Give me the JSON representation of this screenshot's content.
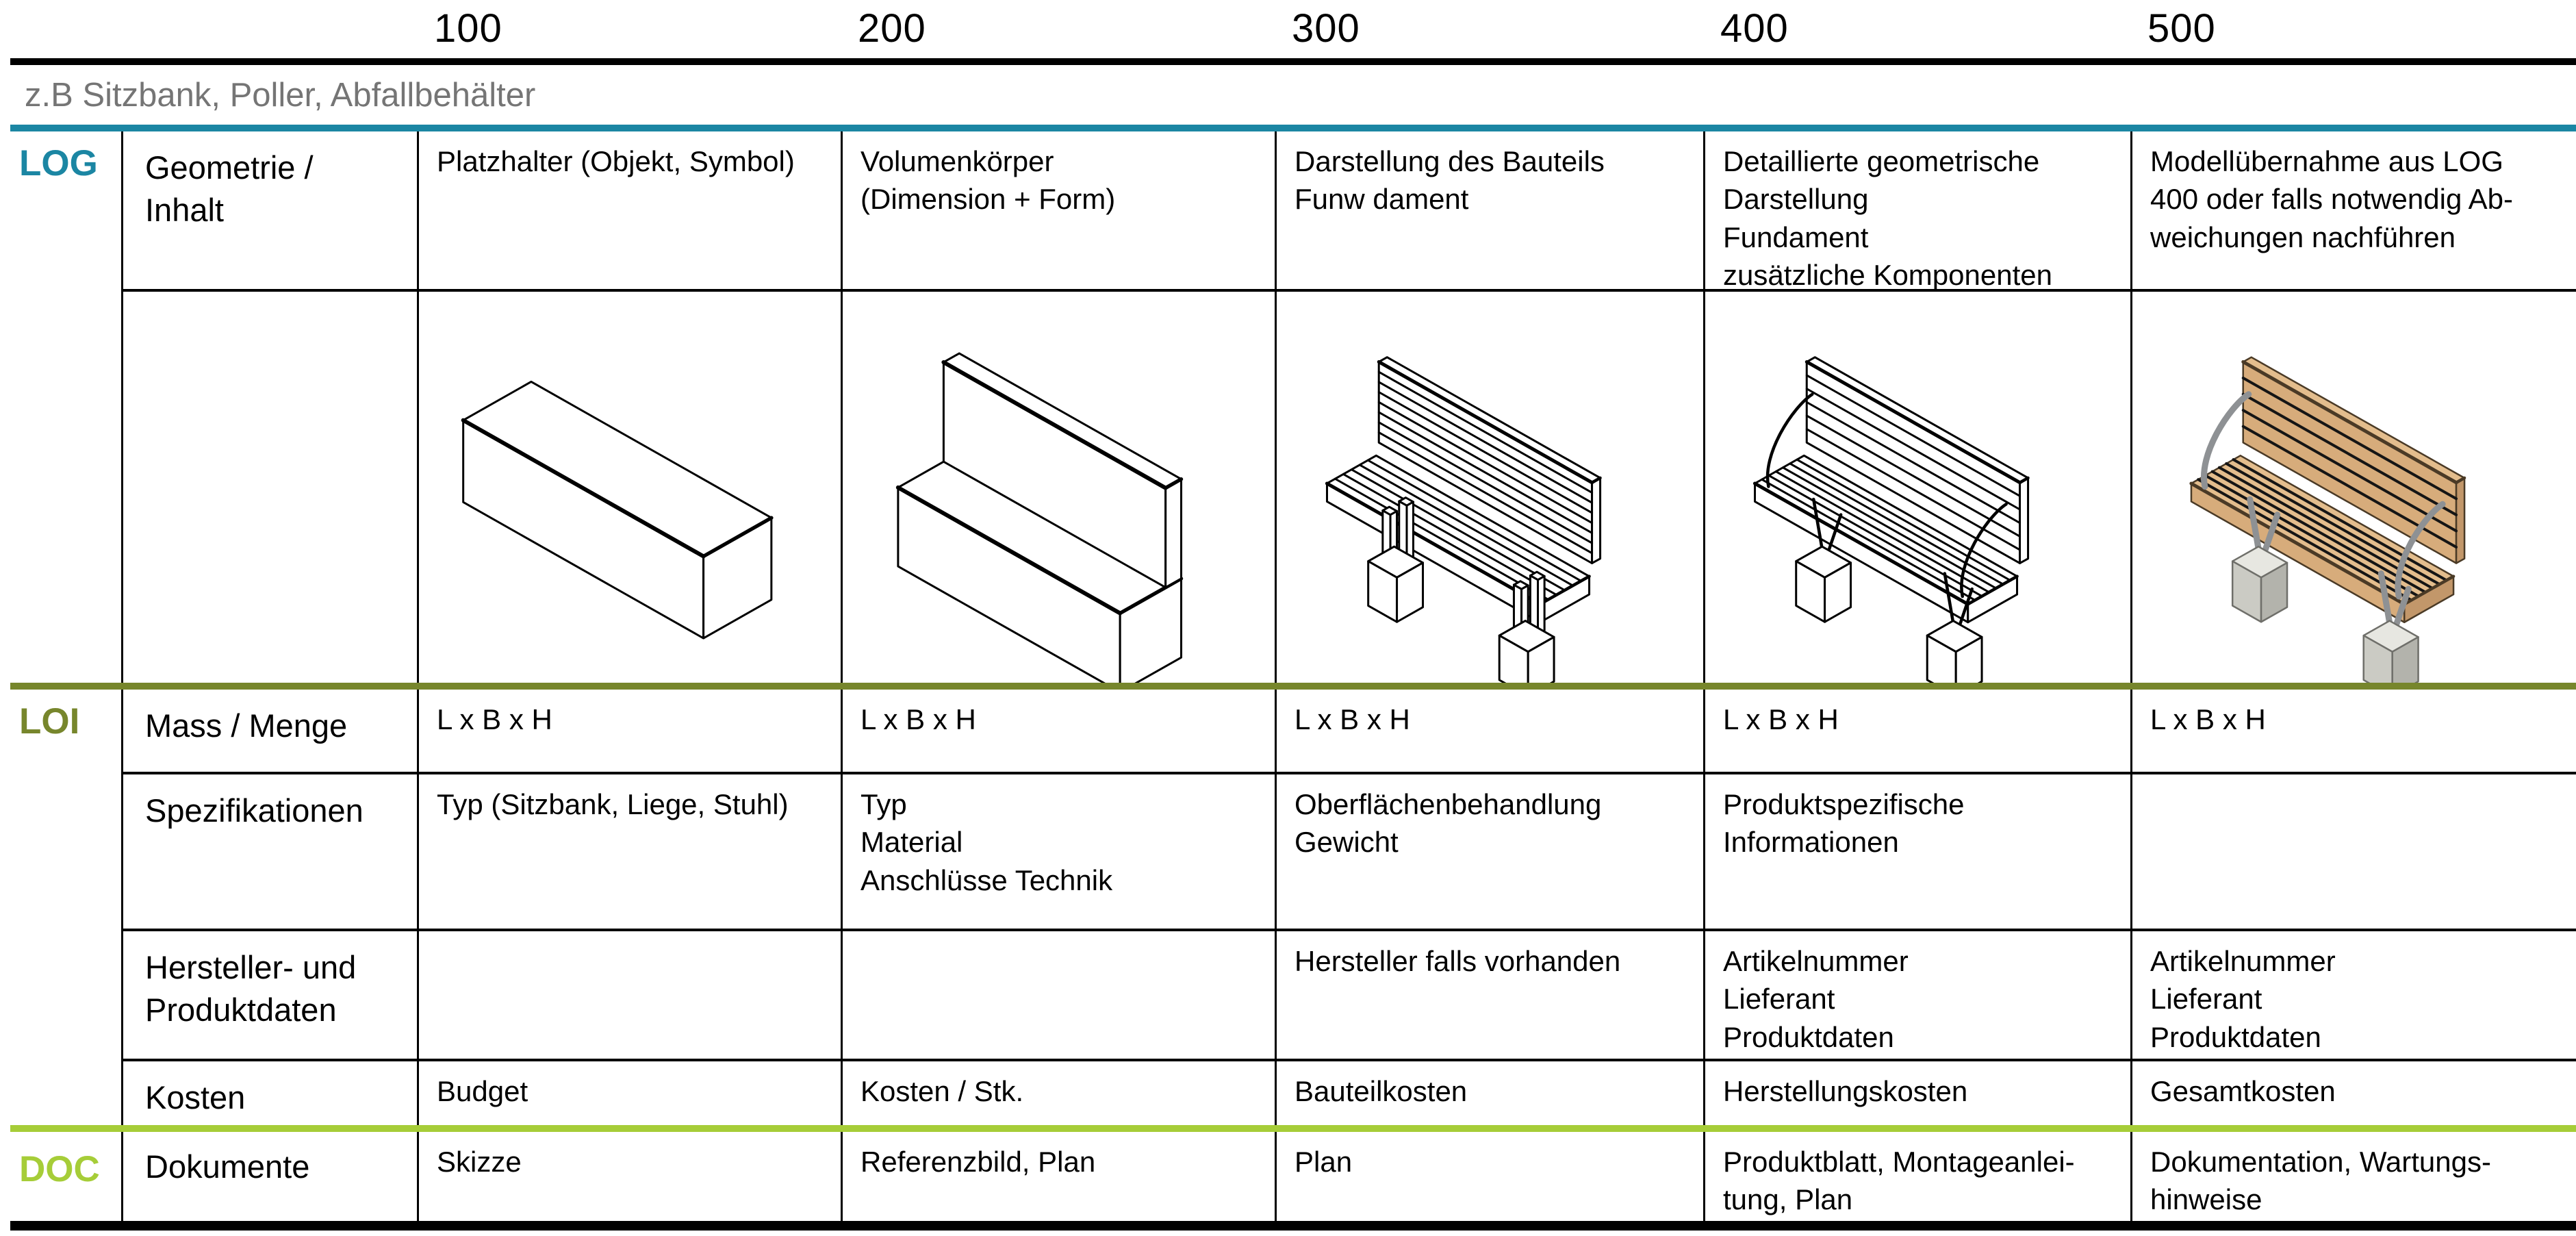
{
  "header": {
    "levels": [
      "100",
      "200",
      "300",
      "400",
      "500"
    ]
  },
  "subtitle": "z.B Sitzbank, Poller, Abfallbehälter",
  "colors": {
    "log": "#1B86A3",
    "loi": "#77862C",
    "doc": "#A6CD38",
    "subtitle": "#757575"
  },
  "log": {
    "label": "LOG",
    "row_header": "Geometrie /\nInhalt",
    "cells": [
      "Platzhalter (Objekt, Symbol)",
      "Volumenkörper\n(Dimension + Form)",
      "Darstellung des Bauteils\nFunw dament",
      "Detaillierte  geometrische\nDarstellung\nFundament\nzusätzliche Komponenten",
      "Modellübernahme aus LOG\n400 oder falls notwendig Ab-\nweichungen nachführen"
    ],
    "illustrations": [
      "lod-100-placeholder-box-wireframe",
      "lod-200-volume-body-wireframe",
      "lod-300-component-line-drawing",
      "lod-400-detailed-line-drawing",
      "lod-500-rendered-bench-model"
    ]
  },
  "loi": {
    "label": "LOI",
    "rows": [
      {
        "header": "Mass / Menge",
        "cells": [
          "L x B x H",
          "L x B x H",
          "L x B x H",
          "L x B x H",
          "L x B x H"
        ]
      },
      {
        "header": "Spezifikationen",
        "cells": [
          "Typ (Sitzbank, Liege, Stuhl)",
          "Typ\nMaterial\nAnschlüsse Technik",
          "Oberflächenbehandlung\nGewicht",
          "Produktspezifische\nInformationen",
          ""
        ]
      },
      {
        "header": "Hersteller- und\nProduktdaten",
        "cells": [
          "",
          "",
          "Hersteller falls vorhanden",
          "Artikelnummer\nLieferant\nProduktdaten",
          "Artikelnummer\nLieferant\nProduktdaten"
        ]
      },
      {
        "header": "Kosten",
        "cells": [
          "Budget",
          "Kosten / Stk.",
          "Bauteilkosten",
          "Herstellungskosten",
          "Gesamtkosten"
        ]
      }
    ]
  },
  "doc": {
    "label": "DOC",
    "rows": [
      {
        "header": "Dokumente",
        "cells": [
          "Skizze",
          "Referenzbild, Plan",
          "Plan",
          "Produktblatt, Montageanlei-\ntung, Plan",
          "Dokumentation, Wartungs-\nhinweise"
        ]
      }
    ]
  }
}
